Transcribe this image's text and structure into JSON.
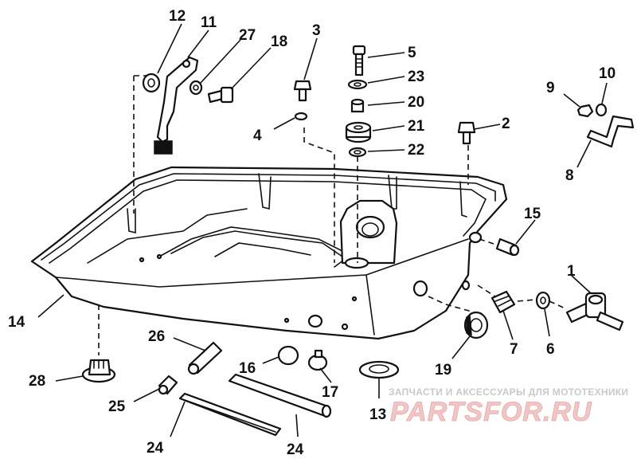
{
  "diagram": {
    "callouts": [
      {
        "id": "c1",
        "label": "1"
      },
      {
        "id": "c2",
        "label": "2"
      },
      {
        "id": "c3",
        "label": "3"
      },
      {
        "id": "c4",
        "label": "4"
      },
      {
        "id": "c5",
        "label": "5"
      },
      {
        "id": "c6",
        "label": "6"
      },
      {
        "id": "c7",
        "label": "7"
      },
      {
        "id": "c8",
        "label": "8"
      },
      {
        "id": "c9",
        "label": "9"
      },
      {
        "id": "c10",
        "label": "10"
      },
      {
        "id": "c11",
        "label": "11"
      },
      {
        "id": "c12",
        "label": "12"
      },
      {
        "id": "c13",
        "label": "13"
      },
      {
        "id": "c14",
        "label": "14"
      },
      {
        "id": "c15",
        "label": "15"
      },
      {
        "id": "c16",
        "label": "16"
      },
      {
        "id": "c17",
        "label": "17"
      },
      {
        "id": "c18",
        "label": "18"
      },
      {
        "id": "c19",
        "label": "19"
      },
      {
        "id": "c20",
        "label": "20"
      },
      {
        "id": "c21",
        "label": "21"
      },
      {
        "id": "c22",
        "label": "22"
      },
      {
        "id": "c23",
        "label": "23"
      },
      {
        "id": "c24a",
        "label": "24"
      },
      {
        "id": "c24b",
        "label": "24"
      },
      {
        "id": "c25",
        "label": "25"
      },
      {
        "id": "c26",
        "label": "26"
      },
      {
        "id": "c27",
        "label": "27"
      },
      {
        "id": "c28",
        "label": "28"
      }
    ]
  },
  "watermark": {
    "tagline": "ЗАПЧАСТИ И АКСЕССУАРЫ ДЛЯ МОТОТЕХНИКИ",
    "logo": "PARTSFOR.RU"
  }
}
